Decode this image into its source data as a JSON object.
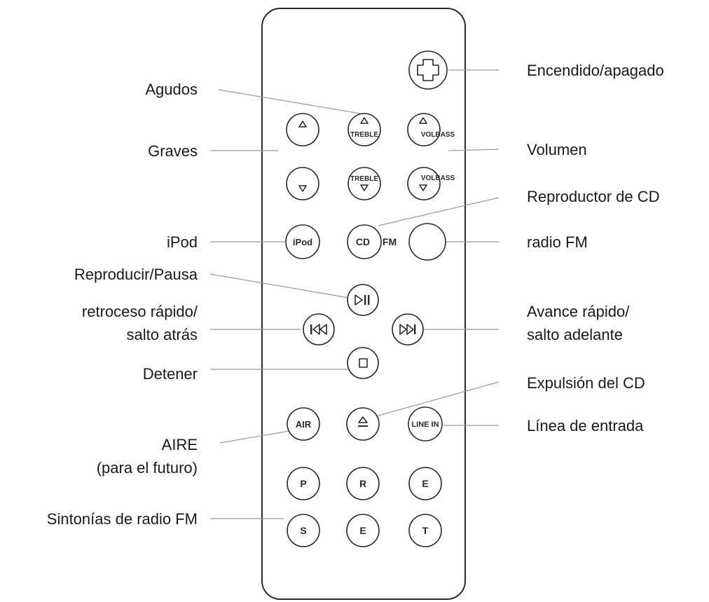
{
  "buttons": {
    "treble_label": "TREBLE",
    "vol_bass_label": "VOLBASS",
    "ipod_label": "iPod",
    "cd_label": "CD",
    "fm_label": "FM",
    "air_label": "AIR",
    "line_in_label": "LINE IN",
    "preset_row1": [
      "P",
      "R",
      "E"
    ],
    "preset_row2": [
      "S",
      "E",
      "T"
    ]
  },
  "callouts": {
    "agudos": "Agudos",
    "graves": "Graves",
    "ipod": "iPod",
    "reproducir_pausa": "Reproducir/Pausa",
    "retroceso_1": "retroceso rápido/",
    "retroceso_2": "salto atrás",
    "detener": "Detener",
    "aire_1": "AIRE",
    "aire_2": "(para el futuro)",
    "sintonias": "Sintonías de radio FM",
    "encendido": "Encendido/apagado",
    "volumen": "Volumen",
    "reproductor_cd": "Reproductor de CD",
    "radio_fm": "radio FM",
    "avance_1": "Avance rápido/",
    "avance_2": "salto adelante",
    "expulsion": "Expulsión del CD",
    "linea_entrada": "Línea de entrada"
  }
}
